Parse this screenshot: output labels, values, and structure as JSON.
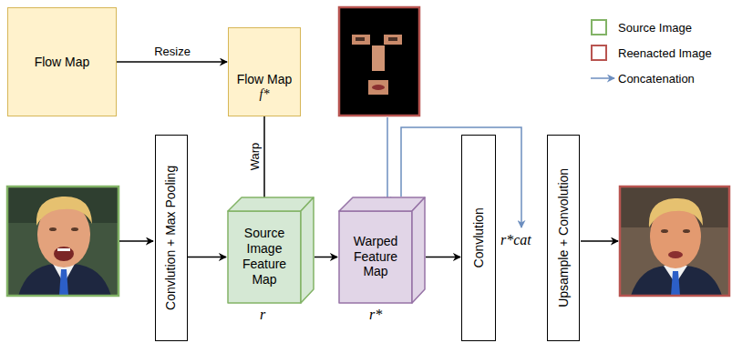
{
  "diagram": {
    "nodes": [
      {
        "text": [
          "Flow Map"
        ]
      },
      {
        "text": [
          "Flow Map",
          "f*"
        ]
      },
      {
        "text": [
          "Convlution + Max Pooling"
        ]
      },
      {
        "text": [
          "Source Image Feature Map"
        ]
      },
      {
        "text": [
          "Warped Feature Map"
        ]
      },
      {
        "text": [
          "Convlution"
        ]
      },
      {
        "text": [
          "Upsample + Convolution"
        ]
      }
    ],
    "edges": [
      {
        "from": 0,
        "to": 1,
        "label": "Resize",
        "arrow": "to"
      },
      {
        "from": 1,
        "to": 3,
        "label": "Warp",
        "arrow": "to"
      },
      {
        "from": 2,
        "to": 3,
        "arrow": "to"
      },
      {
        "from": 3,
        "to": 4,
        "arrow": "to"
      },
      {
        "from": 4,
        "to": 5,
        "arrow": "to"
      }
    ],
    "labels": [
      "r",
      "r*",
      "r*cat"
    ],
    "legend": [
      {
        "text": "Source Image",
        "color": "#82b366"
      },
      {
        "text": "Reenacted Image",
        "color": "#b85450"
      },
      {
        "text": "Concatenation"
      }
    ]
  }
}
